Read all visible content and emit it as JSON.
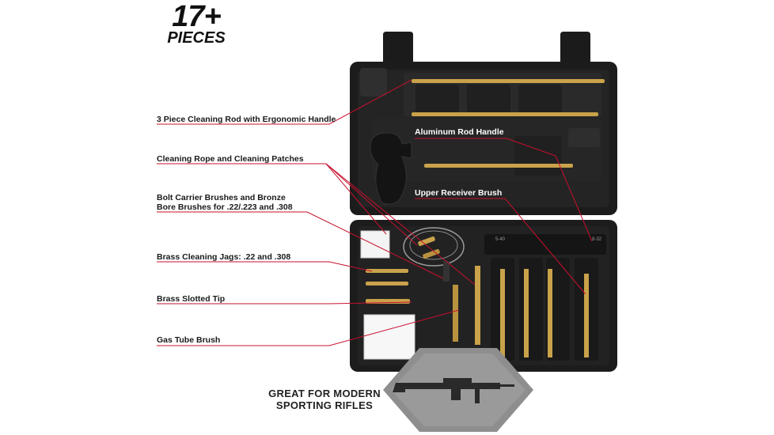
{
  "headline": {
    "count": "17+",
    "unit": "PIECES"
  },
  "callouts": [
    {
      "id": "rod",
      "text": "3 Piece Cleaning Rod with Ergonomic Handle"
    },
    {
      "id": "rope",
      "text": "Cleaning Rope and Cleaning Patches"
    },
    {
      "id": "brushes_line1",
      "text": "Bolt Carrier Brushes and Bronze"
    },
    {
      "id": "brushes_line2",
      "text": "Bore Brushes for .22/.223 and .308"
    },
    {
      "id": "jags",
      "text": "Brass Cleaning Jags: .22 and .308"
    },
    {
      "id": "tip",
      "text": "Brass Slotted Tip"
    },
    {
      "id": "gas",
      "text": "Gas Tube Brush"
    },
    {
      "id": "handle",
      "text": "Aluminum Rod Handle"
    },
    {
      "id": "receiver",
      "text": "Upper Receiver Brush"
    }
  ],
  "slot_labels": {
    "left": "5-40",
    "right": "8-32"
  },
  "tagline": {
    "line1": "GREAT FOR MODERN",
    "line2": "SPORTING RIFLES"
  },
  "colors": {
    "callout_line": "#c8102e",
    "case": "#1c1c1c",
    "brass": "#c9a24a",
    "badge": "#8e8e8e"
  }
}
